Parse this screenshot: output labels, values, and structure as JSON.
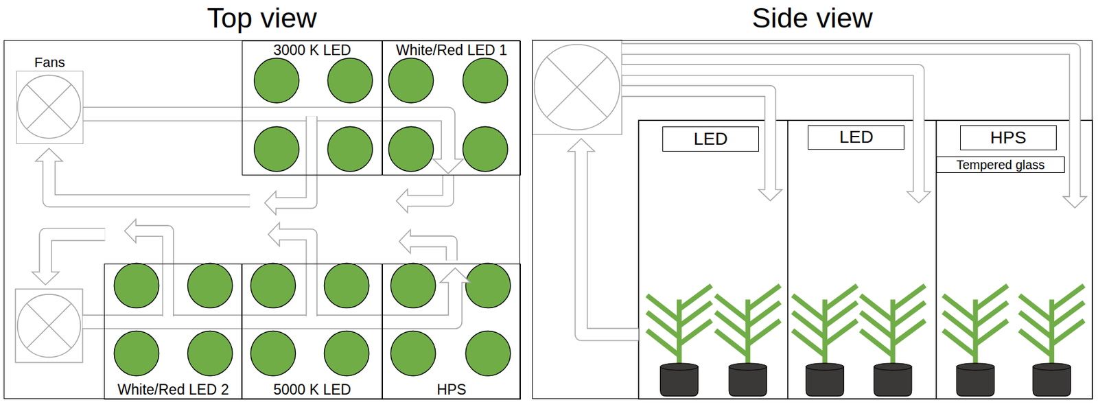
{
  "diagram": {
    "nodes": [
      {
        "text": [
          "Top view"
        ]
      },
      {
        "text": [
          "Fans"
        ],
        "in": 0
      },
      {
        "text": [
          "3000 K LED"
        ],
        "in": 0
      },
      {
        "text": [
          "White/Red LED 1"
        ],
        "in": 0
      },
      {
        "text": [
          "White/Red LED 2"
        ],
        "in": 0
      },
      {
        "text": [
          "5000 K LED"
        ],
        "in": 0
      },
      {
        "text": [
          "HPS"
        ],
        "in": 0
      },
      {
        "text": [
          "Side view"
        ]
      },
      {
        "text": [
          "LED"
        ],
        "in": 7
      },
      {
        "text": [
          "LED"
        ],
        "in": 7
      },
      {
        "text": [
          "HPS"
        ],
        "in": 7
      },
      {
        "text": [
          "Tempered glass"
        ],
        "in": 7
      }
    ]
  }
}
